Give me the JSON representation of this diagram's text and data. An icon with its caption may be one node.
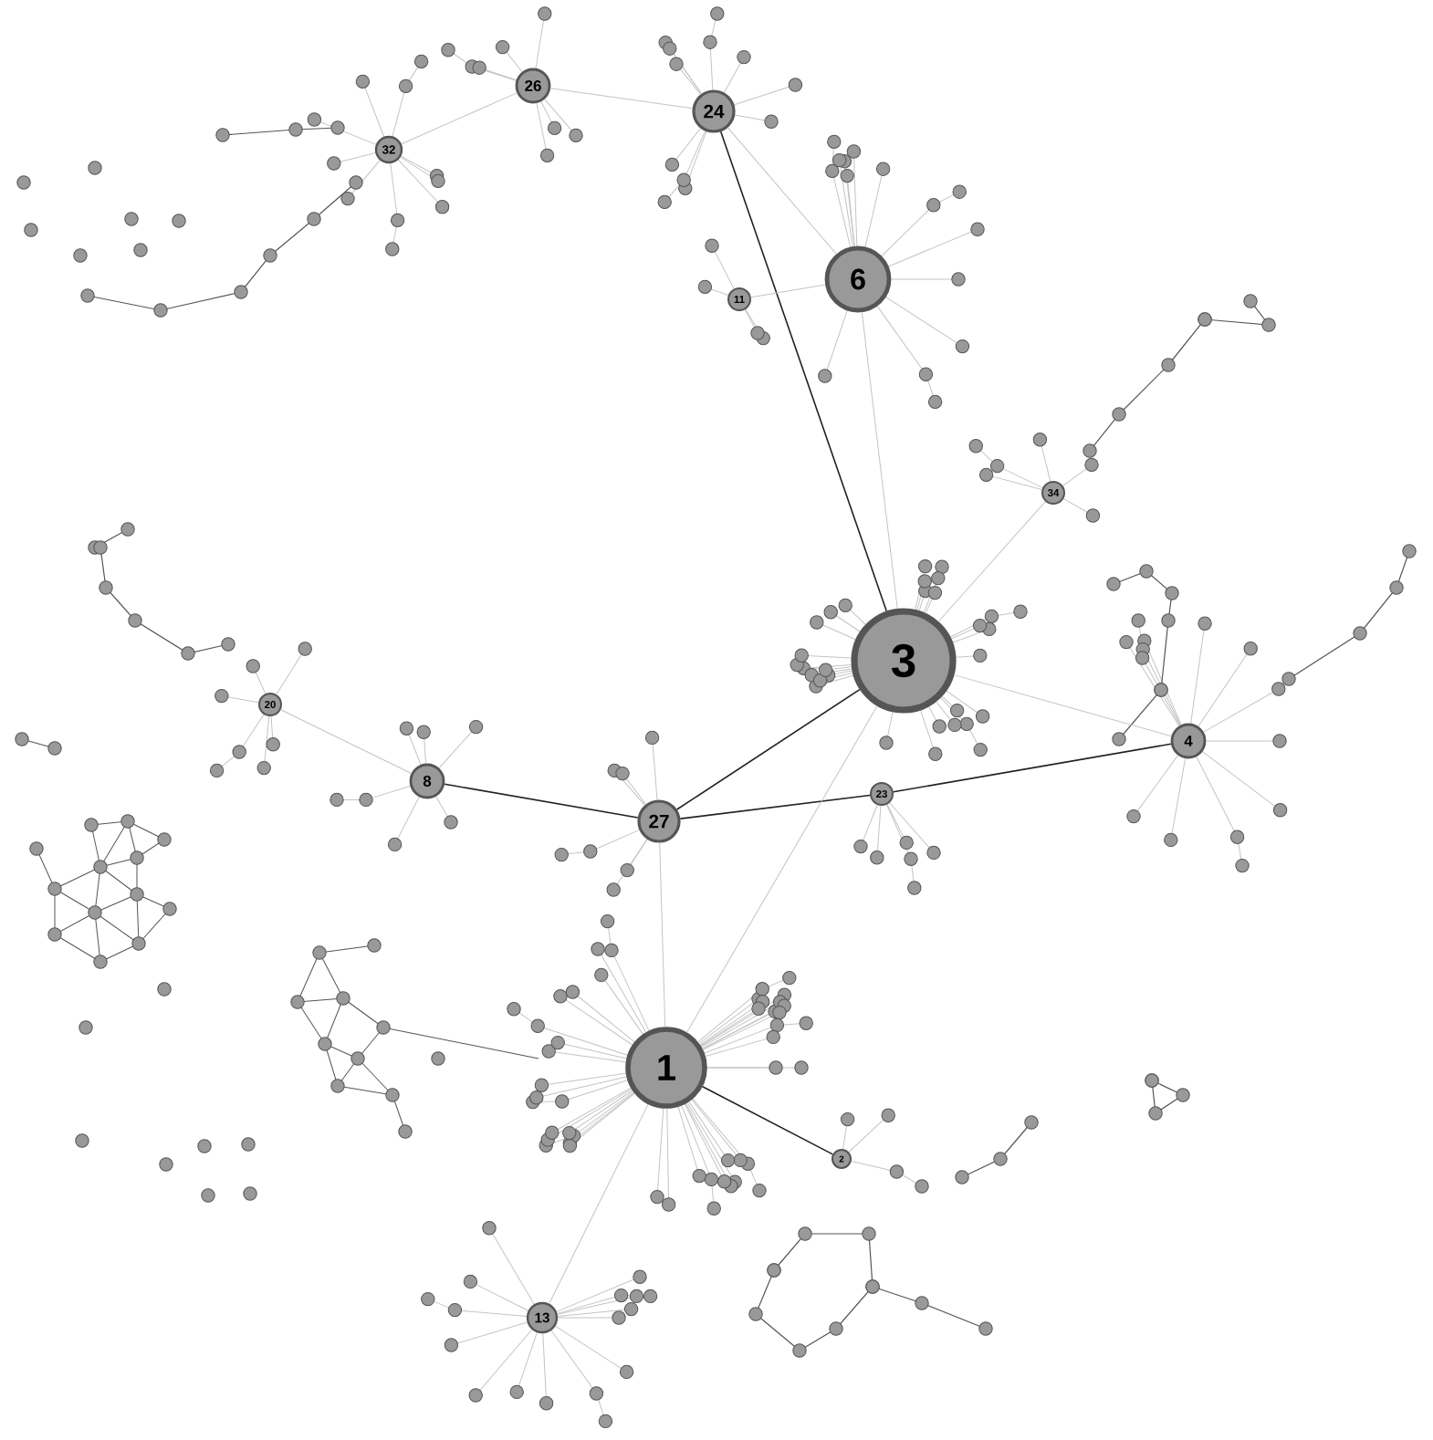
{
  "diagram": {
    "nodes": [
      {
        "text": [
          "32"
        ]
      },
      {
        "text": [
          "26"
        ]
      },
      {
        "text": [
          "24"
        ]
      },
      {
        "text": [
          "6"
        ]
      },
      {
        "text": [
          "11"
        ]
      },
      {
        "text": [
          "34"
        ]
      },
      {
        "text": [
          "3"
        ]
      },
      {
        "text": [
          "20"
        ]
      },
      {
        "text": [
          "8"
        ]
      },
      {
        "text": [
          "27"
        ]
      },
      {
        "text": [
          "23"
        ]
      },
      {
        "text": [
          "4"
        ]
      },
      {
        "text": [
          "1"
        ]
      },
      {
        "text": [
          "2"
        ]
      },
      {
        "text": [
          "13"
        ]
      }
    ],
    "edges": [
      {
        "from": 0,
        "to": 1,
        "arrow": "none"
      },
      {
        "from": 1,
        "to": 2,
        "arrow": "none"
      },
      {
        "from": 2,
        "to": 6,
        "arrow": "none",
        "color": "#222222"
      },
      {
        "from": 2,
        "to": 3,
        "arrow": "none"
      },
      {
        "from": 3,
        "to": 4,
        "arrow": "none"
      },
      {
        "from": 3,
        "to": 6,
        "arrow": "none"
      },
      {
        "from": 5,
        "to": 6,
        "arrow": "none"
      },
      {
        "from": 7,
        "to": 8,
        "arrow": "none"
      },
      {
        "from": 8,
        "to": 9,
        "arrow": "none",
        "color": "#222222"
      },
      {
        "from": 9,
        "to": 6,
        "arrow": "none",
        "color": "#222222"
      },
      {
        "from": 9,
        "to": 10,
        "arrow": "none",
        "color": "#222222"
      },
      {
        "from": 10,
        "to": 11,
        "arrow": "none",
        "color": "#222222"
      },
      {
        "from": 6,
        "to": 11,
        "arrow": "none"
      },
      {
        "from": 6,
        "to": 12,
        "arrow": "none"
      },
      {
        "from": 9,
        "to": 12,
        "arrow": "none"
      },
      {
        "from": 12,
        "to": 13,
        "arrow": "none",
        "color": "#222222"
      },
      {
        "from": 12,
        "to": 14,
        "arrow": "none"
      }
    ]
  }
}
